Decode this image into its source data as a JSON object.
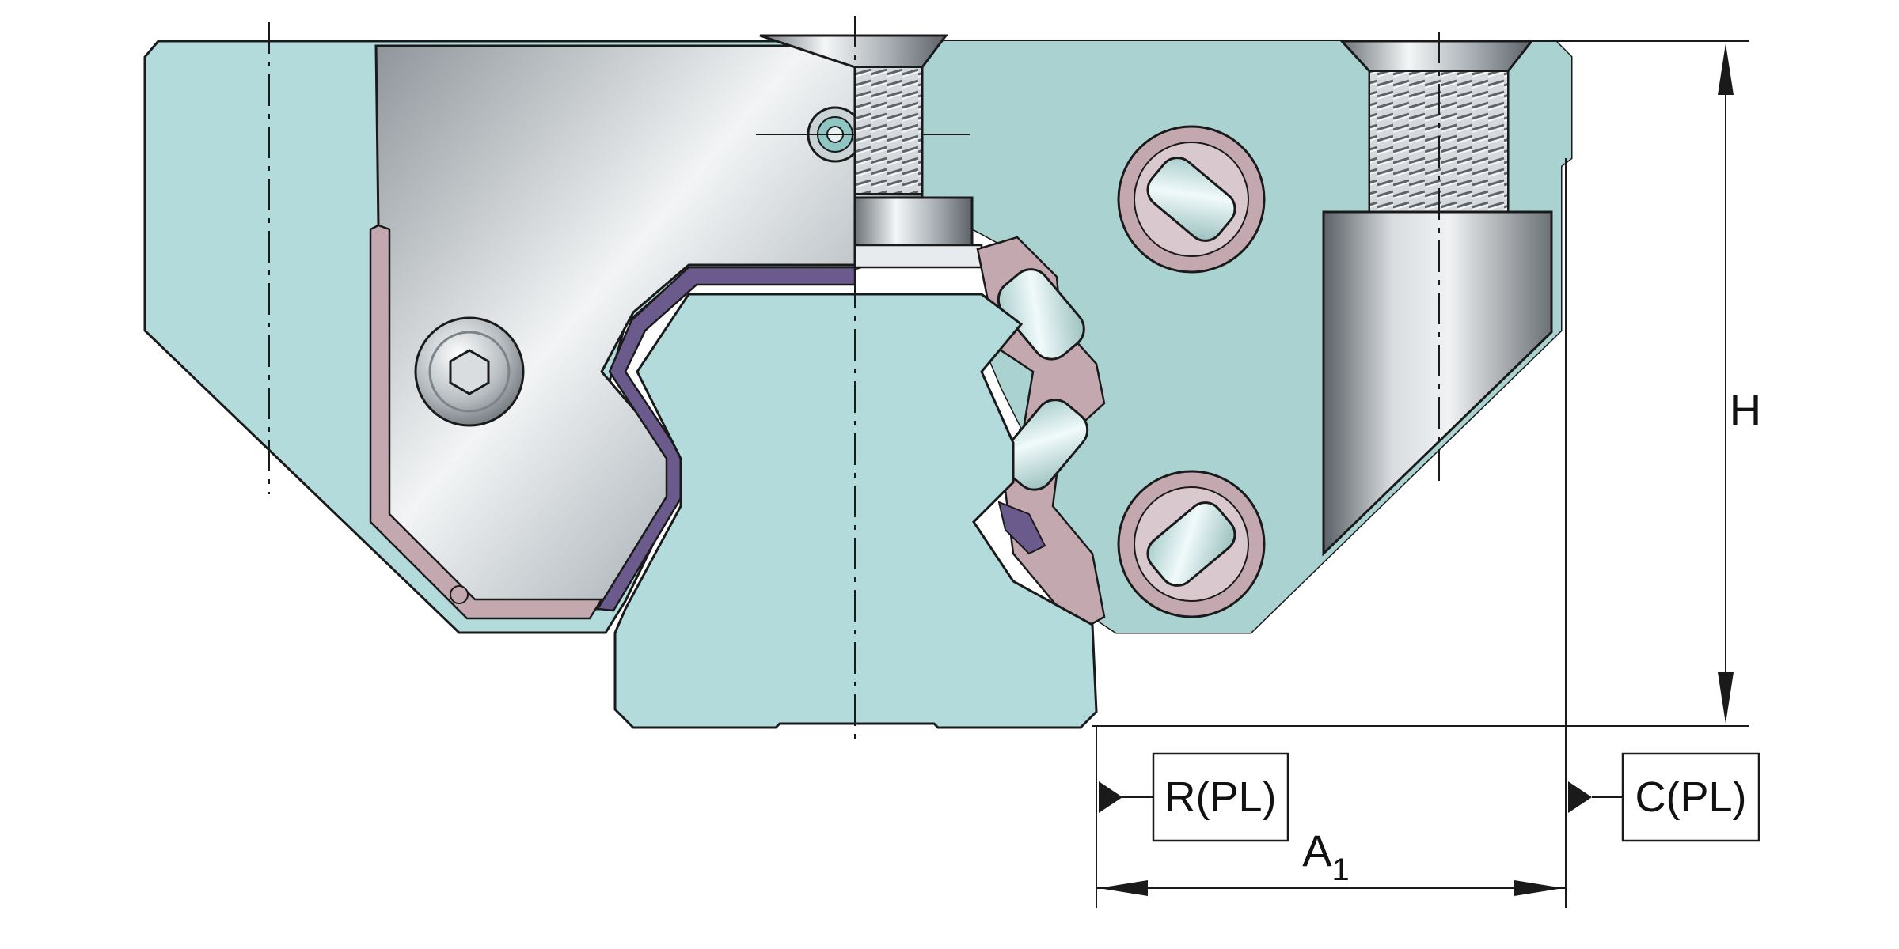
{
  "labels": {
    "height": "H",
    "reference_side": "R(PL)",
    "counter_side": "C(PL)",
    "dimension_a": "A",
    "dimension_a_subscript": "1"
  },
  "colors": {
    "section_fill": "#b4dbdb",
    "section_fill_right": "#a9d2d0",
    "outline": "#1a1a1a",
    "steel": "#c9ced2",
    "seal_profile": "#c3a8b0",
    "seal_lip": "#6b5a8c",
    "roller": "#d6ebea"
  },
  "icons": [
    "hex-socket-screw-icon",
    "countersunk-screw-icon",
    "threaded-hole-icon",
    "roller-icon"
  ]
}
